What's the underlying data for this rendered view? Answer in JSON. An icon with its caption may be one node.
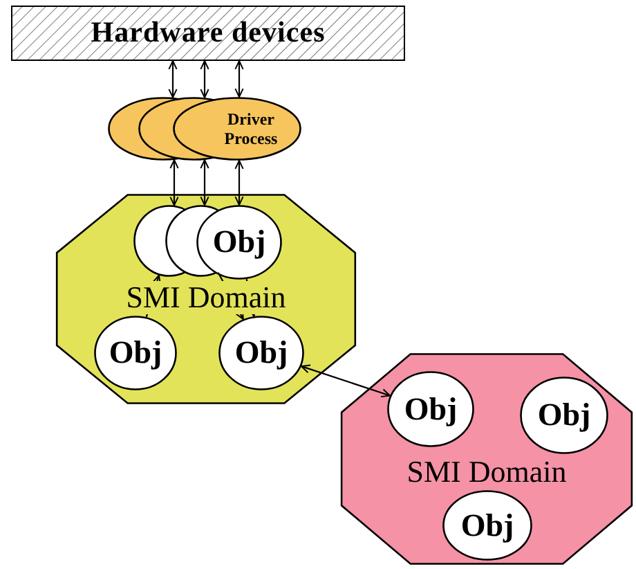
{
  "diagram": {
    "nodes": [
      {
        "text": [
          "Hardware devices"
        ]
      },
      {
        "text": [],
        "shape": "ellipse"
      },
      {
        "text": [],
        "shape": "ellipse"
      },
      {
        "text": [
          "Driver Process"
        ]
      },
      {
        "text": [
          "SMI Domain"
        ]
      },
      {
        "text": [],
        "shape": "circle",
        "in": 4
      },
      {
        "text": [],
        "shape": "circle",
        "in": 4
      },
      {
        "text": [
          "Obj"
        ],
        "in": 4
      },
      {
        "text": [
          "Obj"
        ],
        "in": 4
      },
      {
        "text": [
          "Obj"
        ],
        "in": 4
      },
      {
        "text": [
          "SMI Domain"
        ]
      },
      {
        "text": [
          "Obj"
        ],
        "in": 10
      },
      {
        "text": [
          "Obj"
        ],
        "in": 10
      },
      {
        "text": [
          "Obj"
        ],
        "in": 10
      }
    ],
    "edges": [
      {
        "from": 0,
        "to": 1,
        "arrow": "both"
      },
      {
        "from": 0,
        "to": 2,
        "arrow": "both"
      },
      {
        "from": 0,
        "to": 3,
        "arrow": "both"
      },
      {
        "from": 1,
        "to": 5,
        "arrow": "both"
      },
      {
        "from": 2,
        "to": 6,
        "arrow": "both"
      },
      {
        "from": 3,
        "to": 7,
        "arrow": "both"
      },
      {
        "from": 8,
        "to": 5,
        "arrow": "to"
      },
      {
        "from": 6,
        "to": 9,
        "arrow": "to"
      },
      {
        "from": 7,
        "to": 9,
        "arrow": "to"
      },
      {
        "from": 9,
        "to": 11,
        "arrow": "both"
      }
    ]
  }
}
